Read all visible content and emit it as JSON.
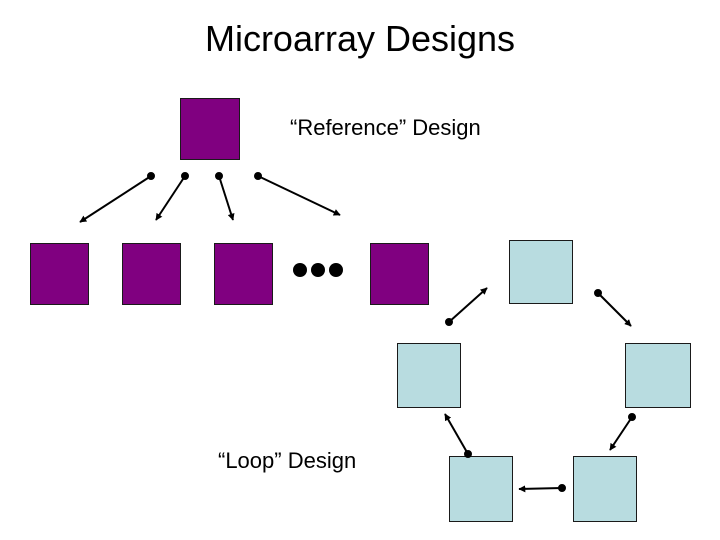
{
  "slide": {
    "title": "Microarray Designs"
  },
  "reference_design": {
    "label": "“Reference” Design",
    "box_color": "#800080"
  },
  "loop_design": {
    "label": "“Loop” Design",
    "box_color": "#b8dce0"
  }
}
